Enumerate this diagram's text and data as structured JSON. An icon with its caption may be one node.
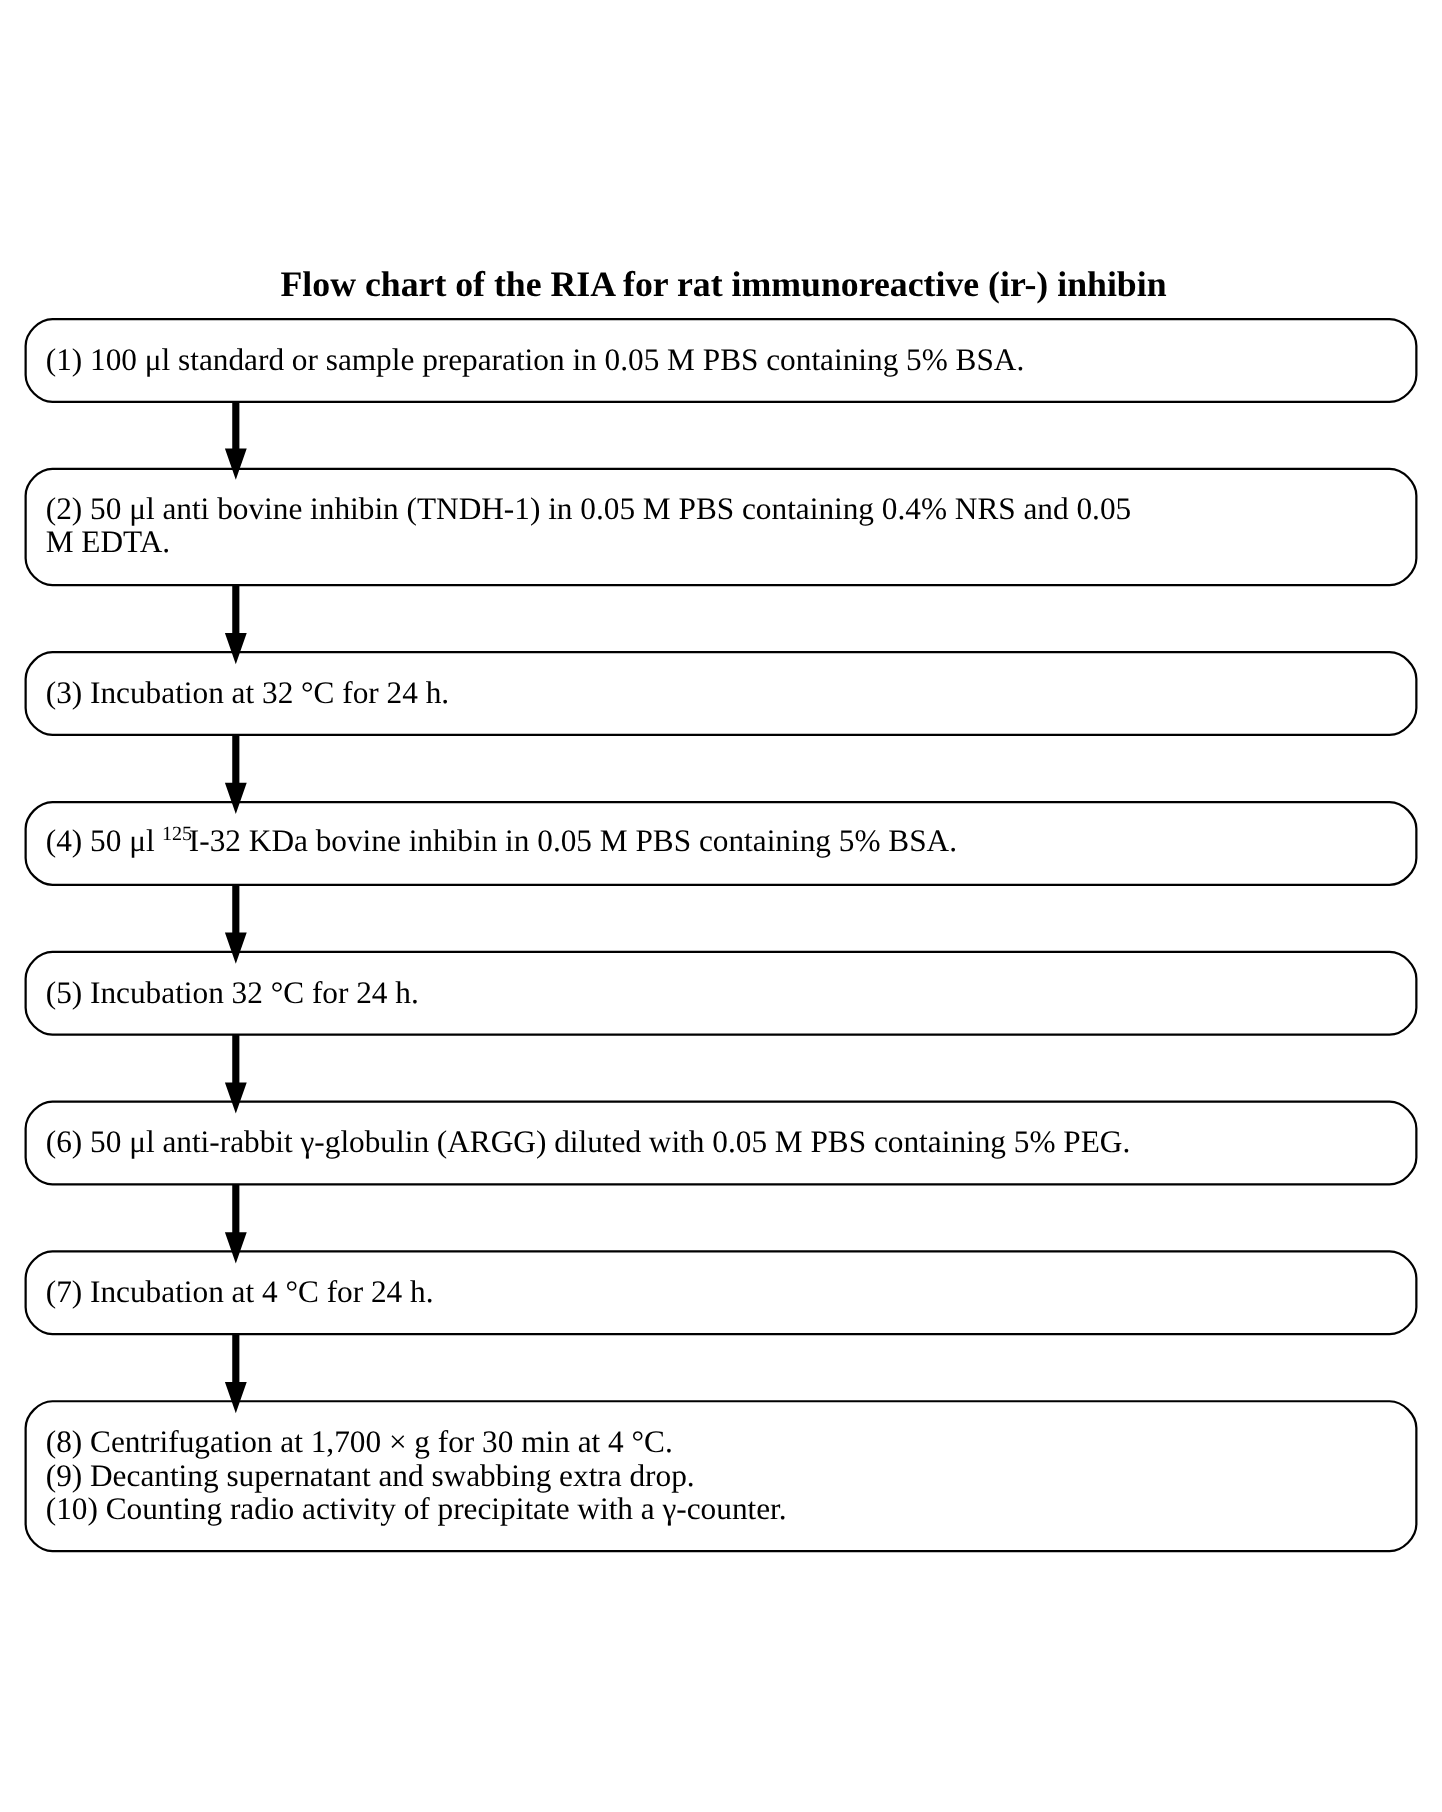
{
  "diagram": {
    "title": "Flow chart of the RIA for rat immunoreactive (ir-) inhibin",
    "nodes": [
      {
        "text": [
          "(1) 100 μl standard or sample preparation in 0.05 M PBS containing 5% BSA."
        ]
      },
      {
        "text": [
          "(2) 50 μl anti bovine inhibin (TNDH-1) in 0.05 M PBS containing 0.4% NRS and 0.05 M EDTA."
        ]
      },
      {
        "text": [
          "(3) Incubation at 32 °C for 24 h."
        ]
      },
      {
        "text": [
          "(4) 50 μl $^{125}$I-32 KDa bovine inhibin in 0.05 M PBS containing 5% BSA."
        ]
      },
      {
        "text": [
          "(5) Incubation 32 °C for 24 h."
        ]
      },
      {
        "text": [
          "(6) 50 μl anti-rabbit γ-globulin (ARGG) diluted with 0.05 M PBS containing 5% PEG."
        ]
      },
      {
        "text": [
          "(7) Incubation at 4 °C for 24 h."
        ]
      },
      {
        "text": [
          "(8) Centrifugation at 1,700 × g for 30 min at 4 °C.",
          "(9) Decanting supernatant and swabbing extra drop.",
          "(10) Counting radio activity of precipitate with a γ-counter."
        ]
      }
    ],
    "edges": [
      {
        "from": 0,
        "to": 1,
        "arrow": "to"
      },
      {
        "from": 1,
        "to": 2,
        "arrow": "to"
      },
      {
        "from": 2,
        "to": 3,
        "arrow": "to"
      },
      {
        "from": 3,
        "to": 4,
        "arrow": "to"
      },
      {
        "from": 4,
        "to": 5,
        "arrow": "to"
      },
      {
        "from": 5,
        "to": 6,
        "arrow": "to"
      },
      {
        "from": 6,
        "to": 7,
        "arrow": "to"
      }
    ]
  }
}
